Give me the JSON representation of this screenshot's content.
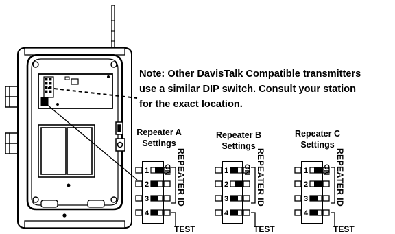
{
  "note": {
    "line1": "Note: Other DavisTalk Compatible transmitters",
    "line2": "use a similar DIP switch. Consult your station",
    "line3": "for the exact location."
  },
  "switches": [
    {
      "title_line1": "Repeater A",
      "title_line2": "Settings",
      "positions": [
        "on",
        "off",
        "off",
        "off"
      ]
    },
    {
      "title_line1": "Repeater B",
      "title_line2": "Settings",
      "positions": [
        "off",
        "on",
        "off",
        "off"
      ]
    },
    {
      "title_line1": "Repeater C",
      "title_line2": "Settings",
      "positions": [
        "on",
        "on",
        "off",
        "off"
      ]
    }
  ],
  "switch_labels": {
    "on": "ON",
    "repeater_id": "REPEATER ID",
    "test": "TEST",
    "numbers": [
      "1",
      "2",
      "3",
      "4"
    ]
  },
  "colors": {
    "ink": "#000000",
    "paper": "#ffffff",
    "panel": "#f4f4f4"
  }
}
